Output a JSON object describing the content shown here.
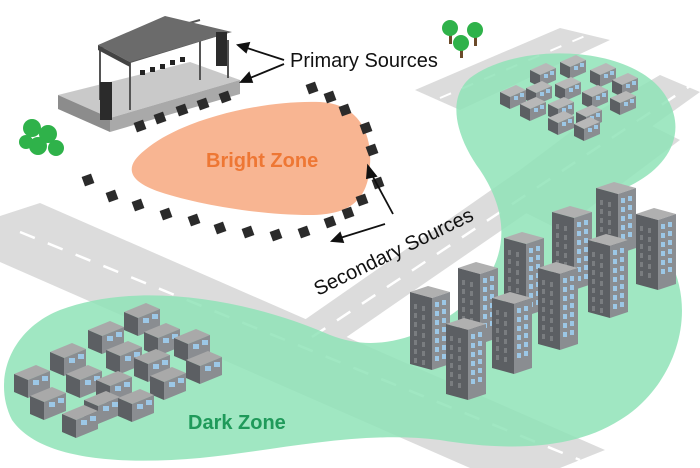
{
  "labels": {
    "primary_sources": "Primary Sources",
    "secondary_sources": "Secondary Sources",
    "bright_zone": "Bright Zone",
    "dark_zone": "Dark Zone"
  },
  "colors": {
    "dark_zone_fill": "#8fe3b7",
    "dark_zone_text": "#1f9a5a",
    "bright_zone_fill": "#f8b592",
    "bright_zone_text": "#ee7734",
    "road": "#dcdcdc",
    "road_dash": "#ffffff",
    "speaker": "#2b2b2b",
    "tree": "#2fb24a",
    "building_front": "#8a8d91",
    "building_side": "#5c5f63",
    "window": "#9cc7e6"
  },
  "icons": {
    "stage": "concert-stage-icon",
    "tree": "tree-cluster-icon",
    "house": "house-icon",
    "tower": "apartment-tower-icon",
    "speaker": "speaker-icon"
  }
}
